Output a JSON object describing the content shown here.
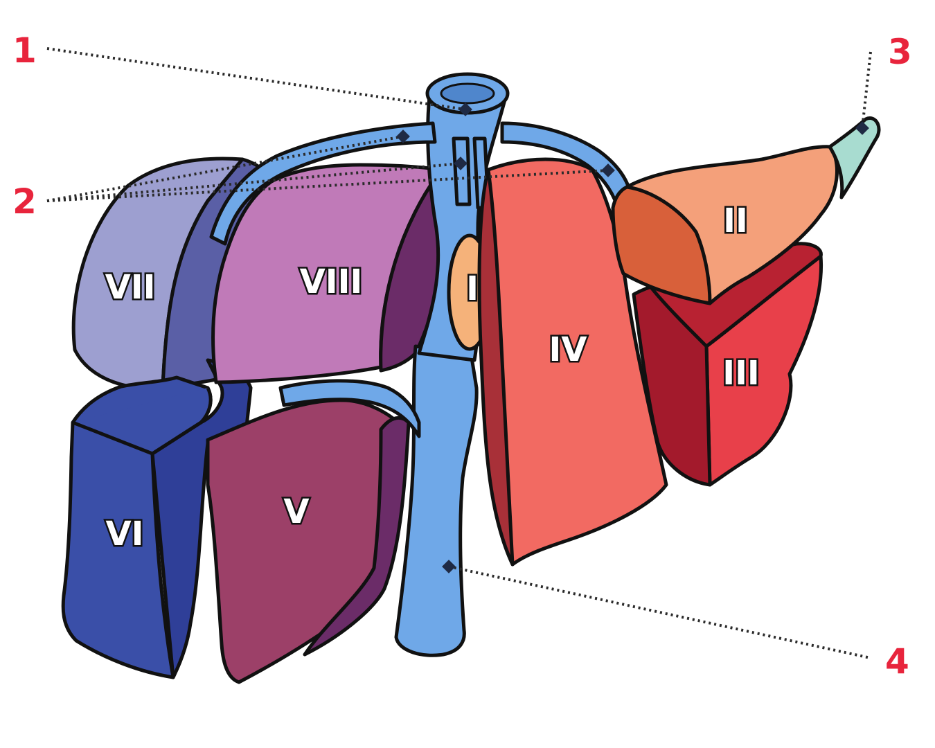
{
  "callouts": {
    "c1": "1",
    "c2": "2",
    "c3": "3",
    "c4": "4"
  },
  "segments": {
    "s1": "I",
    "s2": "II",
    "s3": "III",
    "s4": "IV",
    "s5": "V",
    "s6": "VI",
    "s7": "VII",
    "s8": "VIII"
  },
  "colors": {
    "callout": "#e8243c",
    "vessel": "#6fa8e8",
    "seg_I": "#f5b27a",
    "seg_II": "#f4a07a",
    "seg_III": "#d8303e",
    "seg_IV": "#f26a62",
    "seg_V": "#9c4068",
    "seg_VI": "#3a4fa8",
    "seg_VII": "#9d9fd0",
    "seg_VIII": "#c07ab8"
  }
}
